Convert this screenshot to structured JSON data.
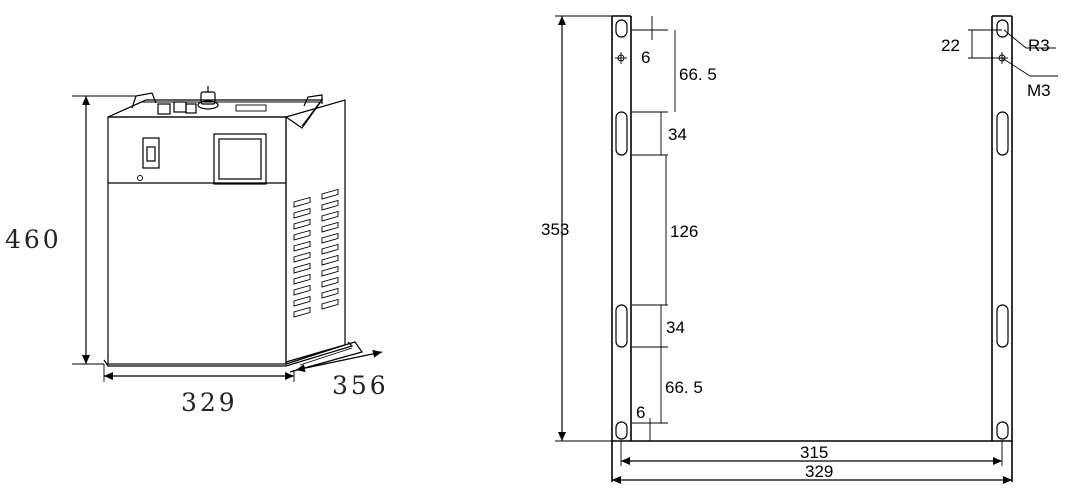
{
  "left_view": {
    "height_label": "460",
    "width_label": "329",
    "depth_label": "356"
  },
  "right_view": {
    "total_height": "353",
    "top_offset": "6",
    "upper_gap": "66. 5",
    "upper_slot": "34",
    "middle_gap": "126",
    "lower_slot": "34",
    "lower_gap": "66. 5",
    "bottom_offset": "6",
    "inner_width": "315",
    "outer_width": "329",
    "hole_spacing": "22",
    "radius_label": "R3",
    "thread_label": "M3"
  }
}
